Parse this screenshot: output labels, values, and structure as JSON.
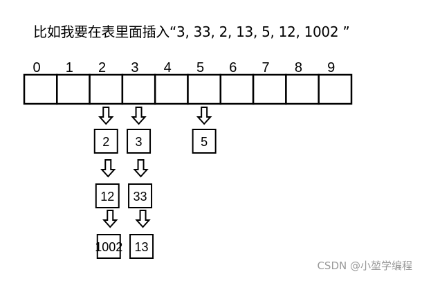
{
  "caption": "比如我要在表里面插入“3, 33, 2, 13, 5, 12, 1002 ”",
  "indices": [
    "0",
    "1",
    "2",
    "3",
    "4",
    "5",
    "6",
    "7",
    "8",
    "9"
  ],
  "chains": [
    {
      "bucket": 2,
      "items": [
        "2",
        "12",
        "1002"
      ]
    },
    {
      "bucket": 3,
      "items": [
        "3",
        "33",
        "13"
      ]
    },
    {
      "bucket": 5,
      "items": [
        "5"
      ]
    }
  ],
  "watermark": "CSDN @小堃学编程"
}
